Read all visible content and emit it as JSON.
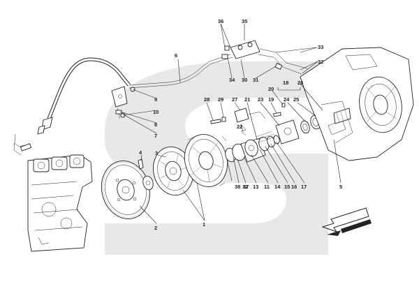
{
  "labels": {
    "l1": "1",
    "l2": "2",
    "l3": "3",
    "l4": "4",
    "l5": "5",
    "l6": "6",
    "l7": "7",
    "l8": "8",
    "l9": "9",
    "l10": "10",
    "l11": "11",
    "l12": "12",
    "l13": "13",
    "l14": "14",
    "l15": "15",
    "l16": "16",
    "l17": "17",
    "l18": "18",
    "l19": "19",
    "l20": "20",
    "l21": "21",
    "l22": "22",
    "l23": "23",
    "l24": "24",
    "l25": "25",
    "l26": "26",
    "l27": "27",
    "l28": "28",
    "l29": "29",
    "l30": "30",
    "l31": "31",
    "l32": "32",
    "l33": "33",
    "l34": "34",
    "l35": "35",
    "l36": "36",
    "l37": "37",
    "l38": "38"
  },
  "colors": {
    "watermark": "#e8e8e8",
    "ink": "#222222",
    "background": "#ffffff"
  }
}
